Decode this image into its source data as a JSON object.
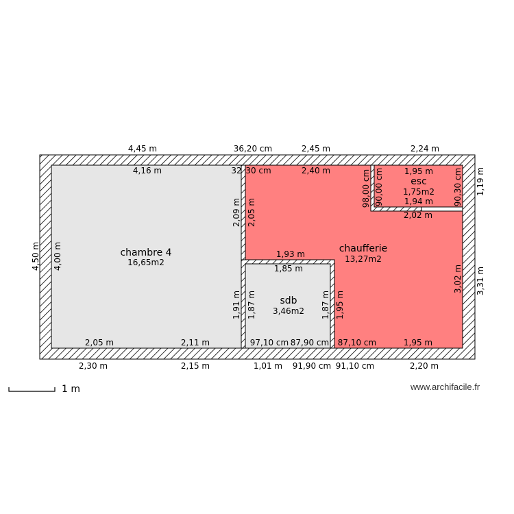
{
  "colors": {
    "wall_hatch": "#000000",
    "wall_bg": "#ffffff",
    "chambre_fill": "#e6e6e6",
    "chaufferie_fill": "#ff8080",
    "sdb_fill": "#e6e6e6",
    "esc_fill": "#ff8080"
  },
  "rooms": {
    "chambre4": {
      "name": "chambre 4",
      "area": "16,65m2"
    },
    "chaufferie": {
      "name": "chaufferie",
      "area": "13,27m2"
    },
    "sdb": {
      "name": "sdb",
      "area": "3,46m2"
    },
    "esc": {
      "name": "esc",
      "area": "1,75m2"
    }
  },
  "dimensions": {
    "top_outer": [
      "4,45 m",
      "36,20 cm",
      "2,45 m",
      "2,24 m"
    ],
    "top_inner": [
      "4,16 m",
      "32",
      "30 cm",
      "2,40 m",
      "1,95 m"
    ],
    "left_outer": "4,50 m",
    "left_inner": "4,00 m",
    "right_outer": [
      "1,19 m",
      "3,31 m"
    ],
    "right_inner": "3,02 m",
    "bottom_outer": [
      "2,30 m",
      "2,15 m",
      "1,01 m",
      "91,90 cm",
      "91,10 cm",
      "2,20 m"
    ],
    "bottom_inner": [
      "2,05 m",
      "2,11 m",
      "97,10 cm",
      "87,90 cm",
      "87,10 cm",
      "1,95 m"
    ],
    "partition_left": [
      "2,09 m",
      "2,05 m",
      "1,91 m",
      "1,87 m"
    ],
    "sdb_top": [
      "1,93 m",
      "1,85 m"
    ],
    "sdb_right": [
      "1,87 m",
      "1,95 m"
    ],
    "esc": [
      "98,00 cm",
      "90,00 cm",
      "1,94 m",
      "90,30 cm",
      "2,02 m"
    ]
  },
  "scale": {
    "label": "1 m"
  },
  "watermark": "www.archifacile.fr"
}
